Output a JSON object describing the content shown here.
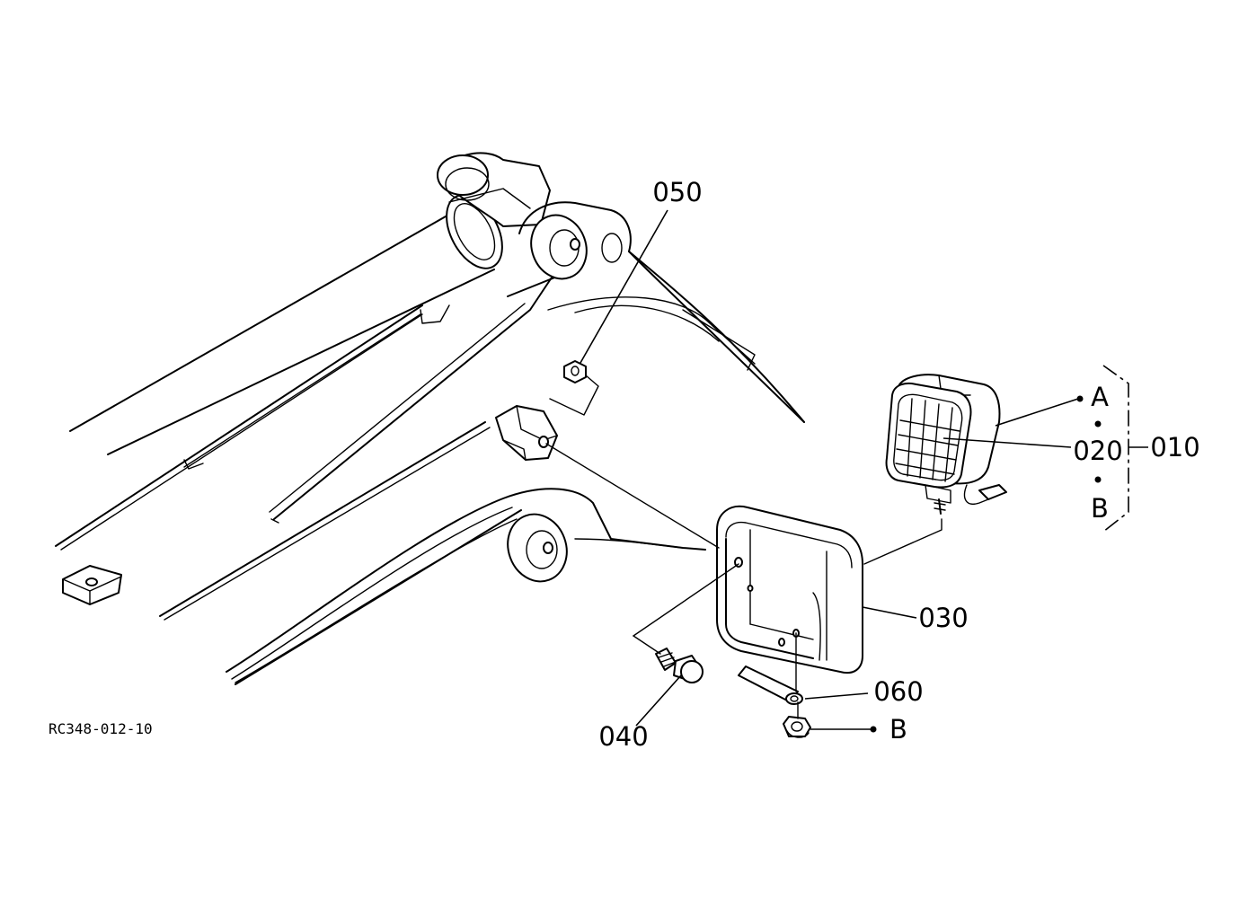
{
  "labels": {
    "p010": "010",
    "p020": "020",
    "p030": "030",
    "p040": "040",
    "p050": "050",
    "p060": "060",
    "ref_a": "A",
    "ref_b_group": "B",
    "ref_b_nut": "B"
  },
  "drawing_code": "RC348-012-10"
}
